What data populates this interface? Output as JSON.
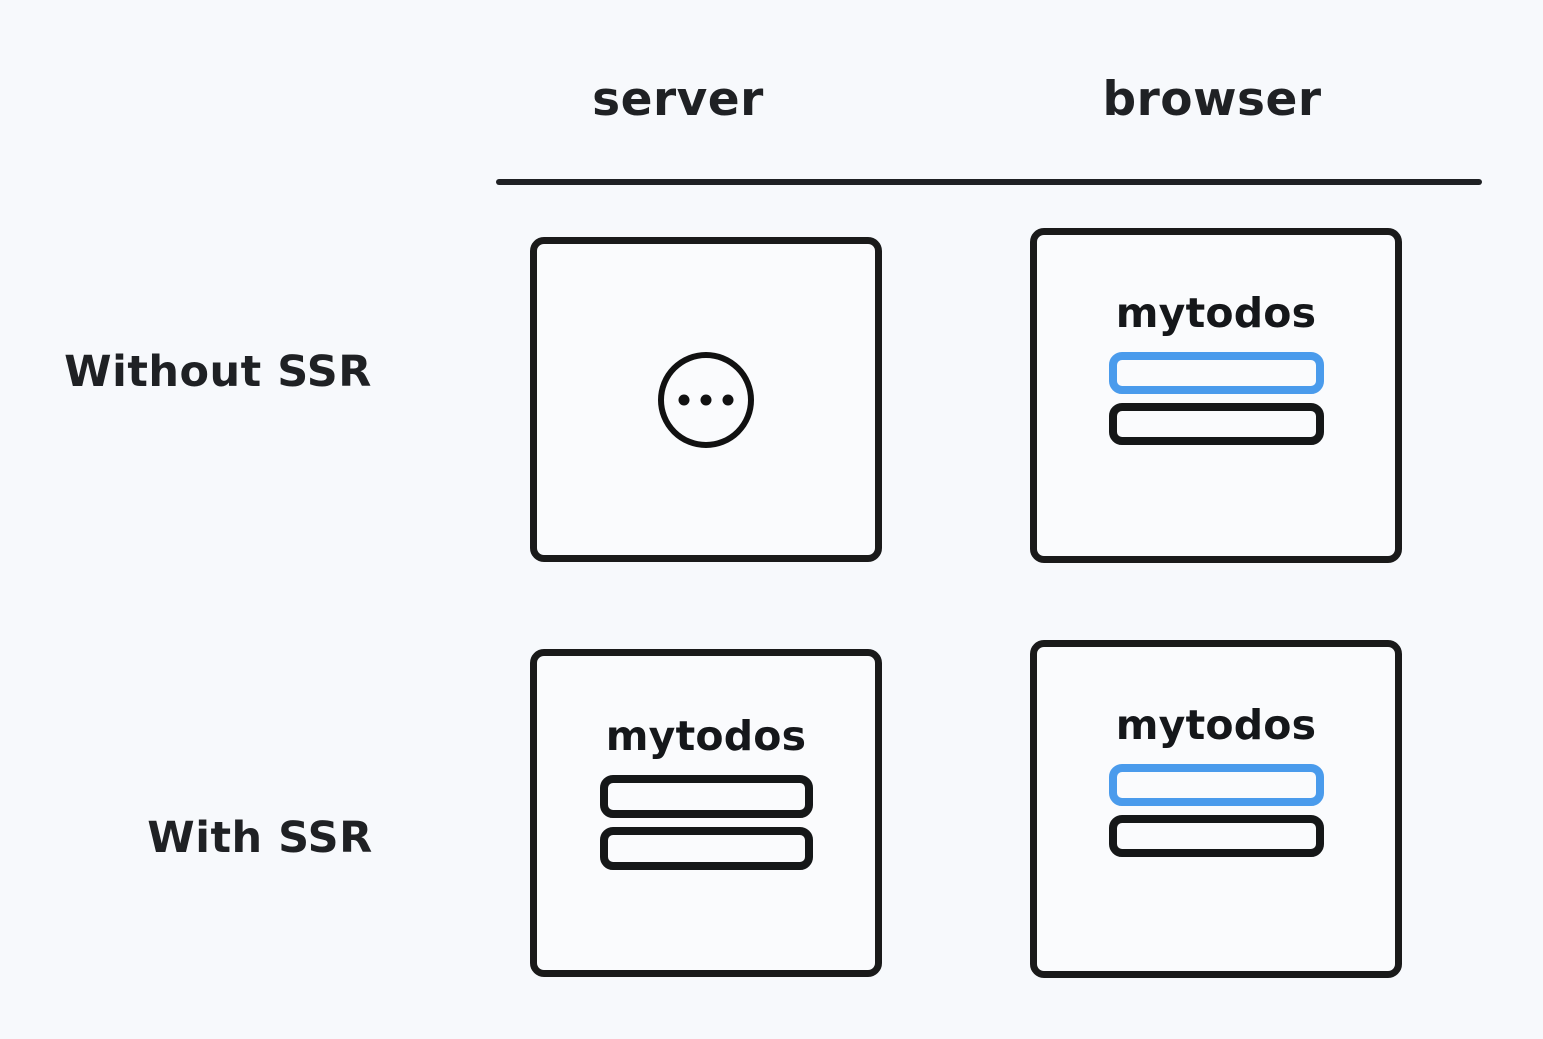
{
  "page": {
    "background_color": "#f7f9fc",
    "ink_color": "#1a1a1a",
    "accent_color": "#4a9bec"
  },
  "columns": [
    {
      "id": "server",
      "label": "server"
    },
    {
      "id": "browser",
      "label": "browser"
    }
  ],
  "rows": [
    {
      "id": "without-ssr",
      "label": "Without SSR"
    },
    {
      "id": "with-ssr",
      "label": "With SSR"
    }
  ],
  "cells": {
    "without_ssr": {
      "server": {
        "content_type": "loading-spinner",
        "icon": "ellipsis-circle-icon"
      },
      "browser": {
        "content_type": "app-rendered",
        "app_title": "mytodos",
        "todos": [
          {
            "highlighted": true
          },
          {
            "highlighted": false
          }
        ]
      }
    },
    "with_ssr": {
      "server": {
        "content_type": "app-rendered",
        "app_title": "mytodos",
        "todos": [
          {
            "highlighted": false
          },
          {
            "highlighted": false
          }
        ]
      },
      "browser": {
        "content_type": "app-rendered",
        "app_title": "mytodos",
        "todos": [
          {
            "highlighted": true
          },
          {
            "highlighted": false
          }
        ]
      }
    }
  }
}
